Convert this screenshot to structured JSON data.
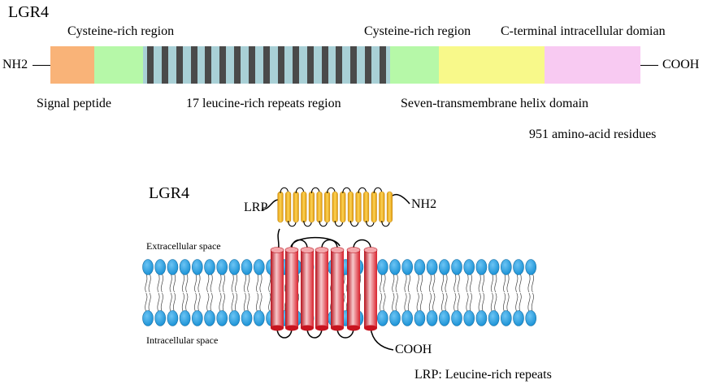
{
  "top": {
    "title": "LGR4",
    "nh2": "NH2",
    "cooh": "COOH",
    "labels": {
      "cys1": "Cysteine-rich region",
      "cys2": "Cysteine-rich region",
      "cterm": "C-terminal intracellular domian",
      "signal": "Signal peptide",
      "lrr": "17 leucine-rich repeats region",
      "tm7": "Seven-transmembrane helix domain",
      "residues": "951 amino-acid residues"
    },
    "colors": {
      "signal": "#f9b378",
      "cys": "#b6f8a8",
      "lrr_bg": "#a9d0d6",
      "lrr_stripe": "#4a4a4a",
      "tm7": "#f8f98a",
      "cterm": "#f8caf2"
    }
  },
  "bottom": {
    "title": "LGR4",
    "lrp": "LRP",
    "nh2": "NH2",
    "extracellular": "Extracellular space",
    "intracellular": "Intracellular space",
    "cooh": "COOH",
    "footnote": "LRP: Leucine-rich repeats",
    "colors": {
      "lipid_head": "#1c93d6",
      "lrp": "#f4b51a",
      "helix": "#e4222d"
    }
  }
}
